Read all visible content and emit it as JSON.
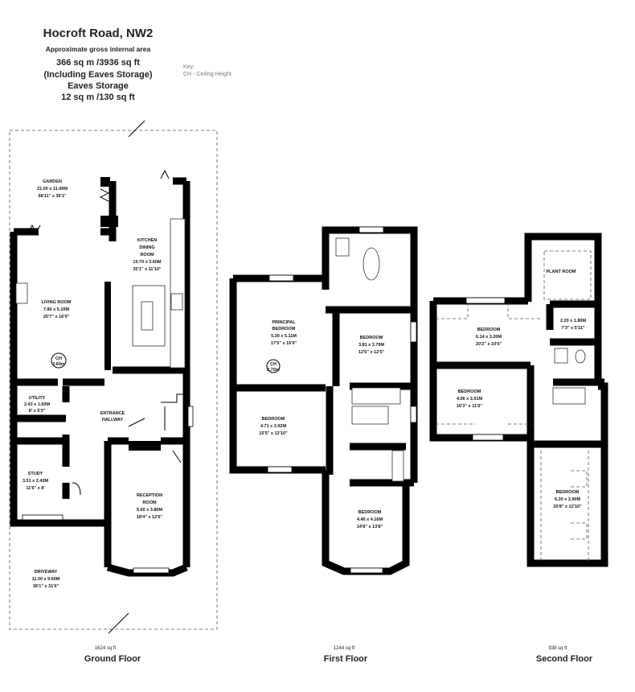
{
  "header": {
    "title": "Hocroft Road, NW2",
    "subtitle": "Approximate gross internal area",
    "total_area": "366 sq m /3936 sq ft",
    "including": "(Including Eaves Storage)",
    "eaves_label": "Eaves Storage",
    "eaves_area": "12 sq m /130 sq ft"
  },
  "key": {
    "title": "Key:",
    "ch": "CH - Ceiling Height"
  },
  "ground_floor": {
    "name": "Ground Floor",
    "area": "1624 sq ft",
    "rooms": {
      "garden": {
        "name": "GARDEN",
        "metric": "21.00 x 11.00M",
        "imperial": "68'11\" x 36'1\""
      },
      "kitchen": {
        "name1": "KITCHEN",
        "name2": "DINING",
        "name3": "ROOM",
        "metric": "10.70 x 3.60M",
        "imperial": "35'1\" x 11'10\""
      },
      "living": {
        "name": "LIVING ROOM",
        "metric": "7.80 x 5.10M",
        "imperial": "25'7\" x 16'9\""
      },
      "ceiling": {
        "label": "CH",
        "value": "2.60m"
      },
      "utility": {
        "name": "UTILITY",
        "metric": "2.43 x 1.60M",
        "imperial": "8' x 5'3\""
      },
      "hallway": {
        "name1": "ENTRANCE",
        "name2": "HALLWAY"
      },
      "study": {
        "name": "STUDY",
        "metric": "3.51 x 2.43M",
        "imperial": "11'6\" x 8'"
      },
      "reception": {
        "name1": "RECEPTION",
        "name2": "ROOM",
        "metric": "5.60 x 3.80M",
        "imperial": "18'4\" x 12'6\""
      },
      "driveway": {
        "name": "DRIVEWAY",
        "metric": "11.00 x 9.60M",
        "imperial": "36'1\" x 31'6\""
      }
    }
  },
  "first_floor": {
    "name": "First Floor",
    "area": "1244 sq ft",
    "rooms": {
      "principal": {
        "name1": "PRINCIPAL",
        "name2": "BEDROOM",
        "metric": "5.30 x 5.11M",
        "imperial": "17'5\" x 16'9\""
      },
      "ceiling": {
        "label": "CH",
        "value": "2.70m"
      },
      "bed_right": {
        "name": "BEDROOM",
        "metric": "3.81 x 3.79M",
        "imperial": "12'6\" x 12'5\""
      },
      "bed_left": {
        "name": "BEDROOM",
        "metric": "4.71 x 3.92M",
        "imperial": "15'5\" x 12'10\""
      },
      "bed_front": {
        "name": "BEDROOM",
        "metric": "4.46 x 4.16M",
        "imperial": "14'8\" x 13'8\""
      }
    }
  },
  "second_floor": {
    "name": "Second Floor",
    "area": "938 sq ft",
    "rooms": {
      "plant": {
        "name": "PLANT ROOM"
      },
      "bed_top": {
        "name": "BEDROOM",
        "metric": "6.14 x 3.20M",
        "imperial": "20'2\" x 10'6\""
      },
      "small": {
        "metric": "2.20 x 1.80M",
        "imperial": "7'3\" x 5'11\""
      },
      "bed_mid": {
        "name": "BEDROOM",
        "metric": "4.96 x 3.51M",
        "imperial": "16'3\" x 11'6\""
      },
      "bed_low": {
        "name": "BEDROOM",
        "metric": "6.30 x 3.90M",
        "imperial": "20'8\" x 12'10\""
      }
    }
  }
}
